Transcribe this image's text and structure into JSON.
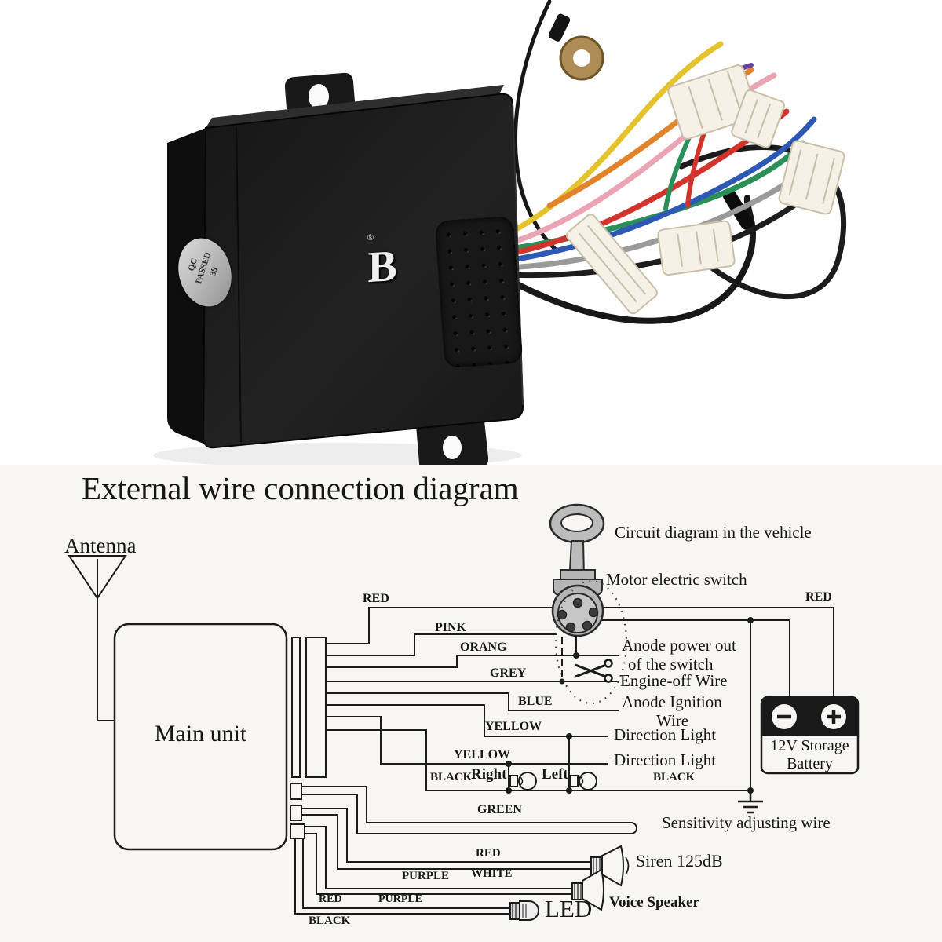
{
  "photo": {
    "qc_line1": "QC",
    "qc_line2": "PASSED",
    "qc_line3": "39",
    "reg_mark": "®",
    "logo_glyph": "B",
    "wire_colors": {
      "red": "#d0342c",
      "pink": "#eba4b4",
      "orange": "#e0832b",
      "grey": "#9a9a9a",
      "blue": "#2d58b4",
      "yellow": "#e5c32e",
      "green": "#2b9058",
      "purple": "#6a3fa0",
      "black": "#1d1d1d",
      "connector_white": "#f5f1e7"
    }
  },
  "diagram": {
    "title": "External wire connection diagram",
    "antenna": "Antenna",
    "main_unit": "Main unit",
    "wire_labels": {
      "red": "RED",
      "pink": "PINK",
      "orang": "ORANG",
      "grey": "GREY",
      "blue": "BLUE",
      "yellow1": "YELLOW",
      "yellow2": "YELLOW",
      "black_left": "BLACK",
      "black_right": "BLACK",
      "red_right": "RED",
      "green": "GREEN",
      "siren_red": "RED",
      "speaker_purple": "PURPLE",
      "speaker_white": "WHITE",
      "led_red": "RED",
      "led_purple": "PURPLE",
      "led_black": "BLACK"
    },
    "annotations": {
      "circuit_in_vehicle": "Circuit diagram in the vehicle",
      "motor_switch": "Motor electric switch",
      "anode_power_1": "Anode power out",
      "anode_power_2": "of the switch",
      "engine_off": "Engine-off Wire",
      "anode_ignition_1": "Anode Ignition",
      "anode_ignition_2": "Wire",
      "direction_light_1": "Direction Light",
      "direction_light_2": "Direction Light",
      "right_bulb": "Right",
      "left_bulb": "Left",
      "battery_line1": "12V Storage",
      "battery_line2": "Battery",
      "sensitivity": "Sensitivity adjusting wire",
      "siren": "Siren 125dB",
      "voice_speaker": "Voice Speaker",
      "led": "LED"
    }
  }
}
